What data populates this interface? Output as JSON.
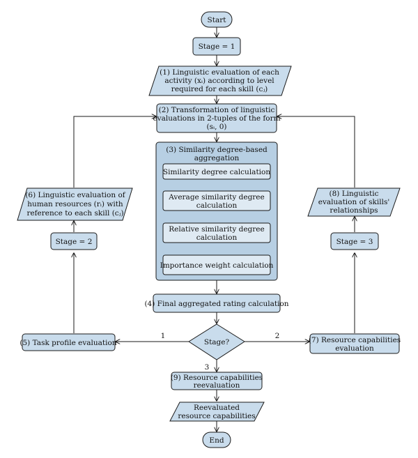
{
  "nodes": {
    "start": "Start",
    "stage1": "Stage = 1",
    "n1_l1": "(1) Linguistic evaluation of each",
    "n1_l2": "activity (xᵢ) according to level",
    "n1_l3": "required for each skill (cⱼ)",
    "n2_l1": "(2) Transformation of linguistic",
    "n2_l2": "evaluations in 2-tuples of the form",
    "n2_l3": "(sᵢ, 0)",
    "n3_l1": "(3) Similarity degree-based",
    "n3_l2": "aggregation",
    "sim": "Similarity degree calculation",
    "avg_l1": "Average similarity degree",
    "avg_l2": "calculation",
    "rel_l1": "Relative similarity degree",
    "rel_l2": "calculation",
    "imp": "Importance weight calculation",
    "n4": "(4) Final aggregated rating calculation",
    "decision": "Stage?",
    "n5": "(5) Task profile evaluation",
    "n6_l1": "(6) Linguistic evaluation of",
    "n6_l2": "human resources (rᵢ) with",
    "n6_l3": "reference to each skill (cⱼ)",
    "stage2": "Stage = 2",
    "n7_l1": "(7) Resource capabilities",
    "n7_l2": "evaluation",
    "stage3": "Stage = 3",
    "n8_l1": "(8) Linguistic",
    "n8_l2": "evaluation of skills'",
    "n8_l3": "relationships",
    "n9_l1": "(9) Resource capabilities",
    "n9_l2": "reevaluation",
    "out_l1": "Reevaluated",
    "out_l2": "resource capabilities",
    "end": "End"
  },
  "edge_labels": {
    "to_n5": "1",
    "to_n7": "2",
    "to_n9": "3"
  }
}
